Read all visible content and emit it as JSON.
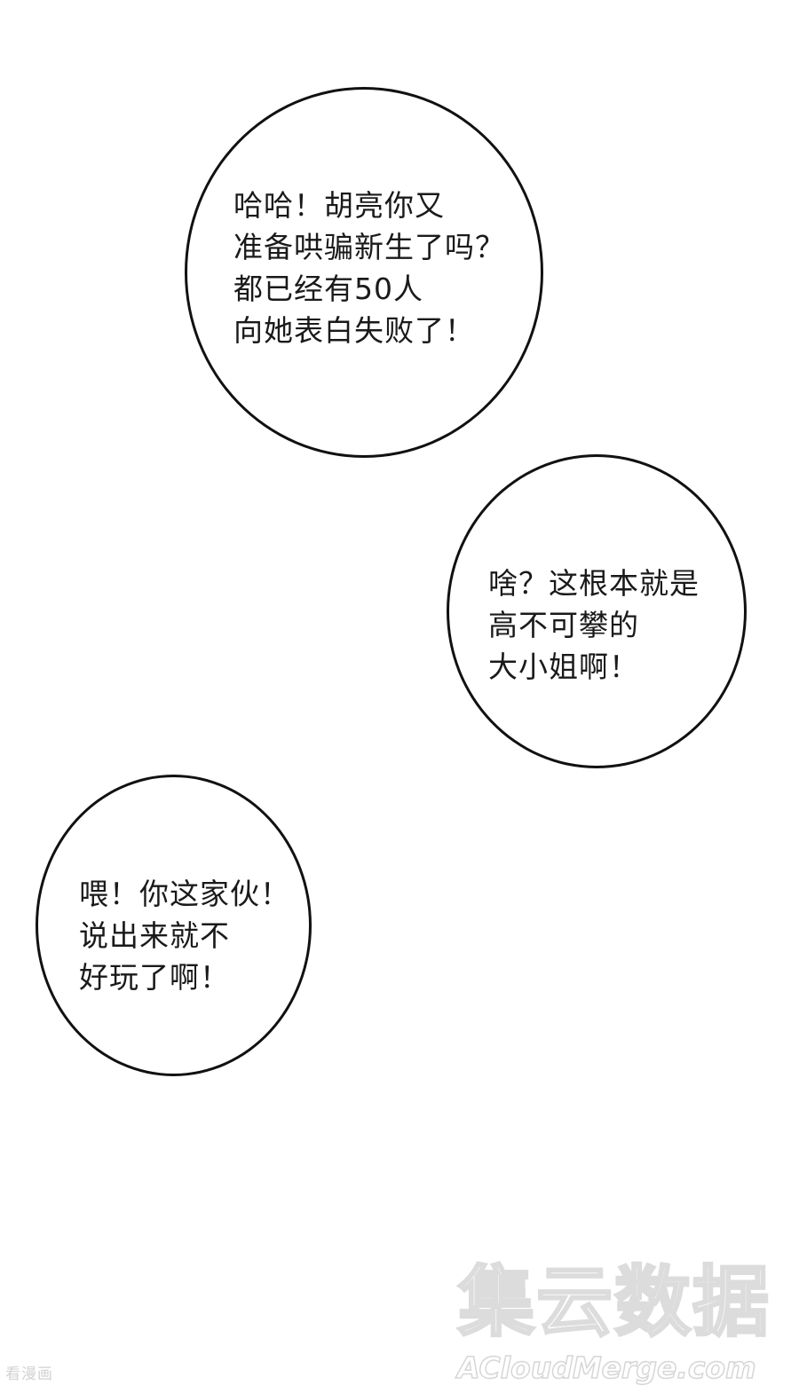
{
  "panel": {
    "bubbles": [
      {
        "lines": [
          "哈哈！胡亮你又",
          "准备哄骗新生了吗？",
          "都已经有50人",
          "向她表白失败了！"
        ]
      },
      {
        "lines": [
          "啥？这根本就是",
          "高不可攀的",
          "大小姐啊！"
        ]
      },
      {
        "lines": [
          "喂！你这家伙！",
          "说出来就不",
          "好玩了啊！"
        ]
      }
    ]
  },
  "watermarks": {
    "site_small": "看漫画",
    "merge_logo": "集云数据",
    "merge_url": "ACloudMerge.com"
  }
}
